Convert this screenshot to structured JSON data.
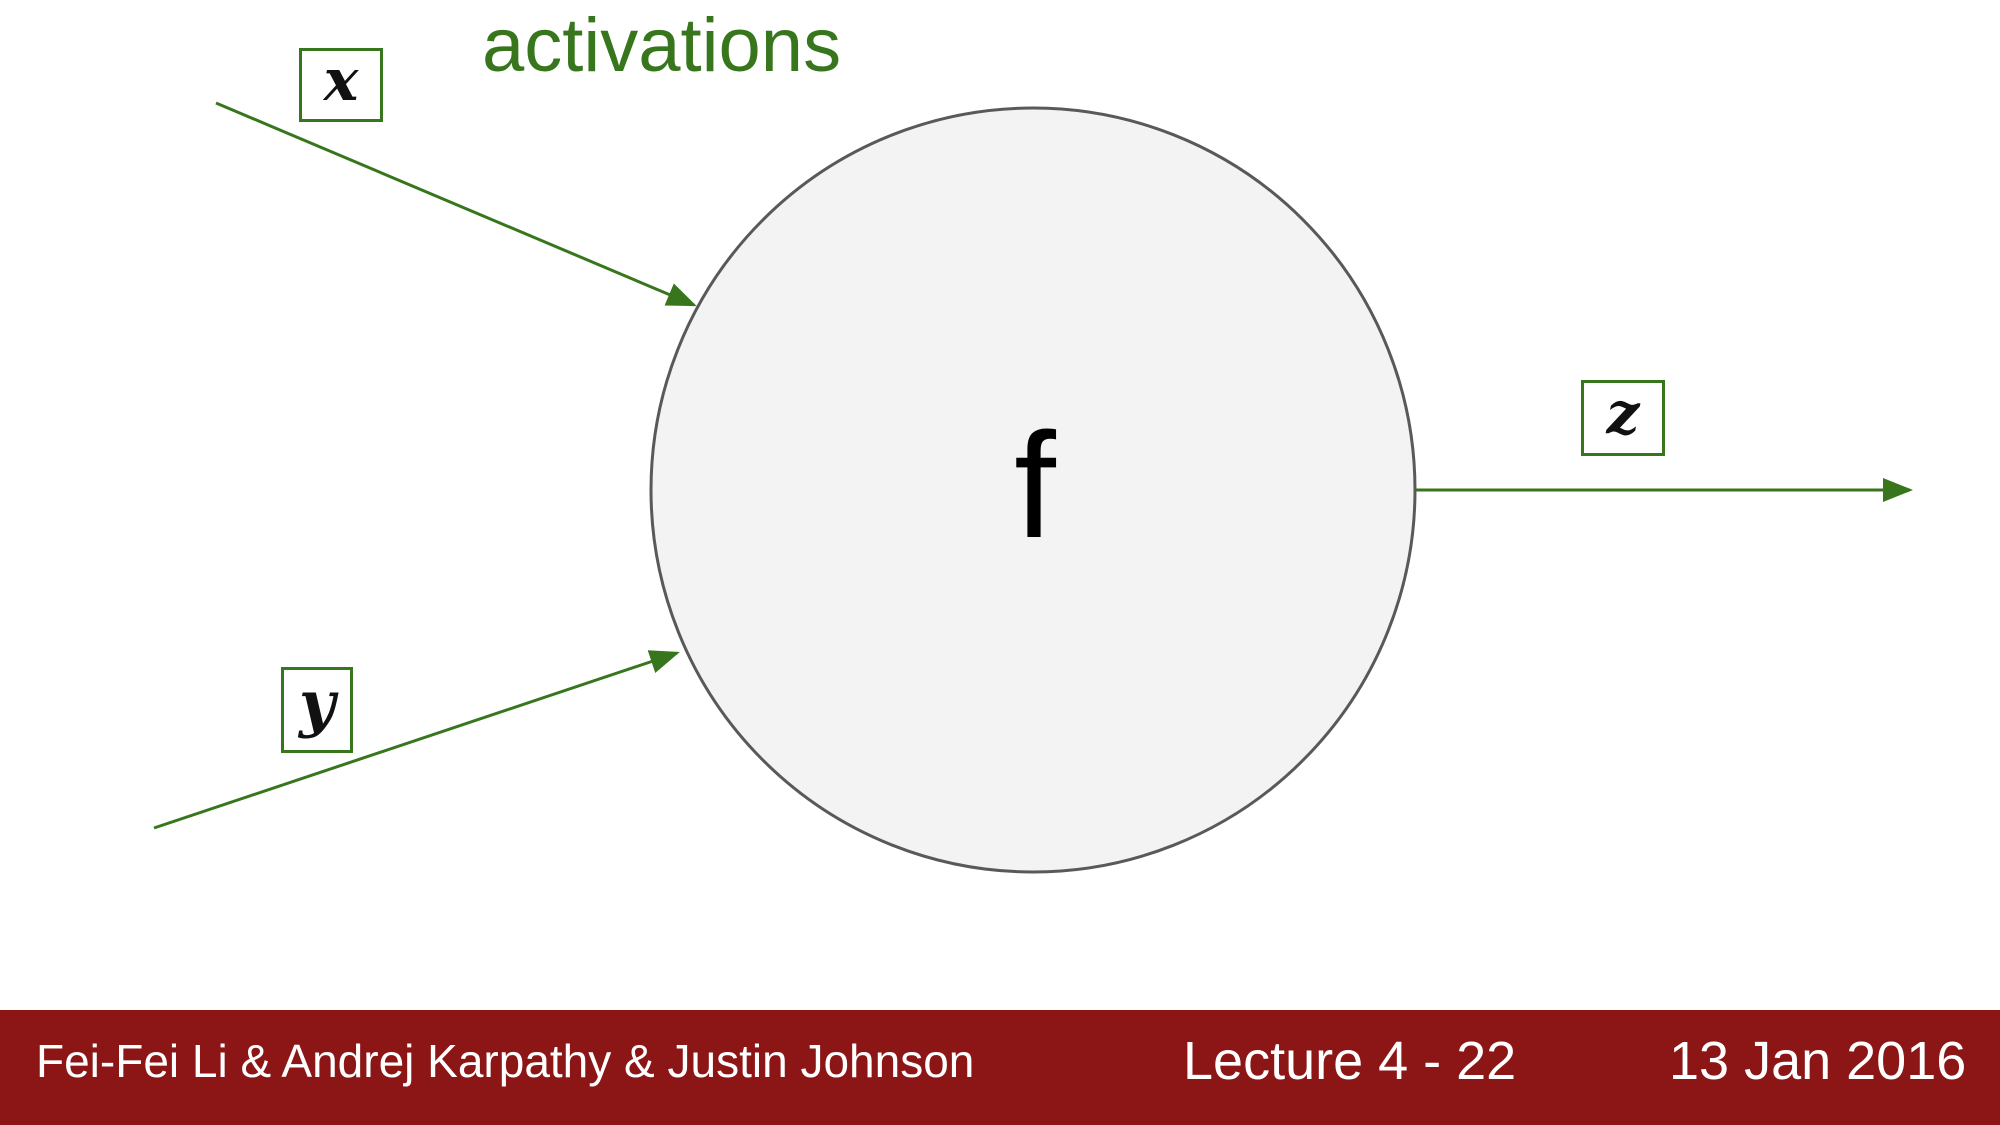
{
  "diagram": {
    "heading": "activations",
    "node_label": "f",
    "inputs": [
      {
        "label": "x"
      },
      {
        "label": "y"
      }
    ],
    "output": {
      "label": "z"
    },
    "colors": {
      "arrow": "#38761d",
      "node_fill": "#f3f3f3",
      "node_stroke": "#595959",
      "heading": "#38761d"
    }
  },
  "footer": {
    "authors": "Fei-Fei Li & Andrej Karpathy & Justin Johnson",
    "lecture": "Lecture 4 - 22",
    "date": "13 Jan 2016",
    "background": "#8c1515"
  }
}
